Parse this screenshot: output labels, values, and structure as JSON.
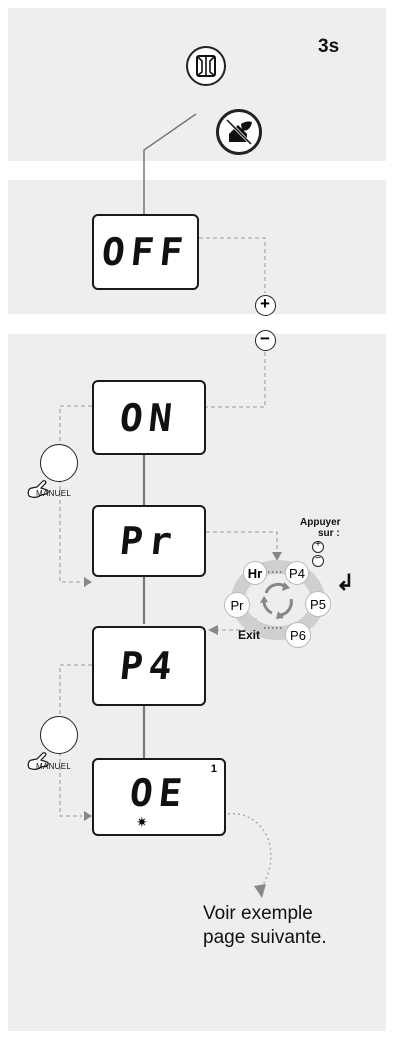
{
  "header": {
    "duration_label": "3s"
  },
  "icons": {
    "top_button_icon": "window-icon",
    "eco_button_icon": "eco-house-leaf-icon"
  },
  "screens": {
    "off": {
      "text": "OFF"
    },
    "on": {
      "text": "ON"
    },
    "pr": {
      "text": "Pr"
    },
    "p4": {
      "text": "P4"
    },
    "oe": {
      "text": "OE",
      "index": "1",
      "symbol": "✷"
    }
  },
  "manual_buttons": [
    {
      "label": "MANUEL"
    },
    {
      "label": "MANUEL"
    }
  ],
  "plus_minus": {
    "plus": "+",
    "minus": "−"
  },
  "cycle": {
    "items": [
      "Hr",
      "P4",
      "P5",
      "P6",
      "Exit",
      "Pr"
    ],
    "instruction_line1": "Appuyer",
    "instruction_line2": "sur :",
    "plus": "+",
    "minus": "−",
    "enter_symbol": "↲"
  },
  "footer_note": {
    "line1": "Voir exemple",
    "line2": "page suivante."
  }
}
